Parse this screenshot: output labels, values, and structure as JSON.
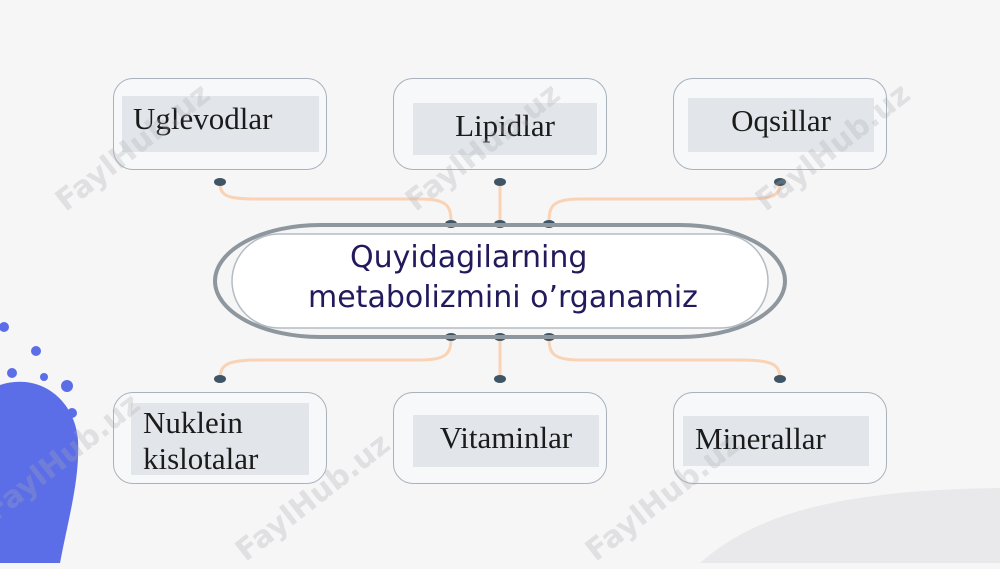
{
  "title": {
    "line1": "Quyidagilarning",
    "line2": "metabolizmini o’rganamiz"
  },
  "boxes": {
    "top_left": "Uglevodlar",
    "top_mid": "Lipidlar",
    "top_right": "Oqsillar",
    "bottom_left_line1": "Nuklein",
    "bottom_left_line2": "kislotalar",
    "bottom_mid": "Vitaminlar",
    "bottom_right": "Minerallar"
  },
  "watermark": "FaylHub.uz",
  "colors": {
    "connector": "#fad2b4",
    "node": "#3f5565",
    "title_text": "#231a5c",
    "label_bg": "#e2e6ea",
    "accent_blue": "#5b6ee8"
  }
}
